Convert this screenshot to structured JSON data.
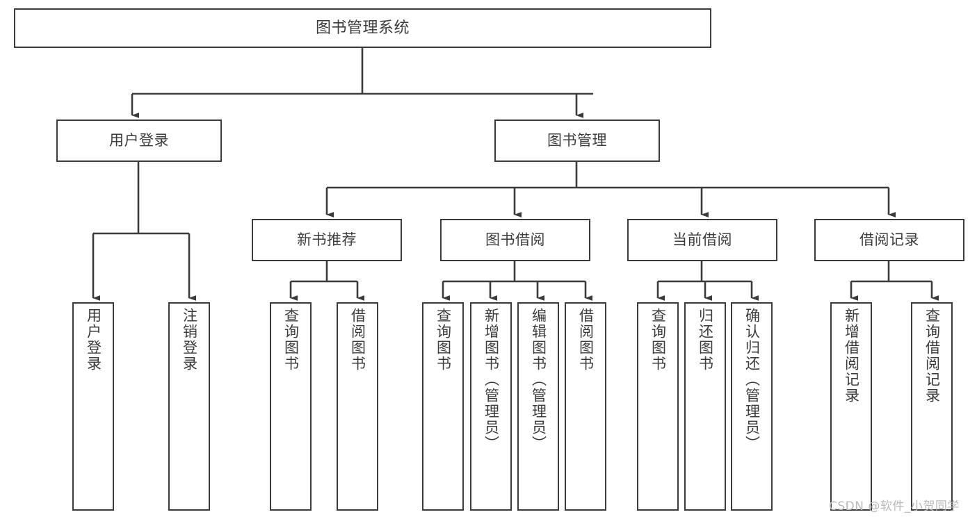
{
  "diagram": {
    "title": "图书管理系统",
    "type": "hierarchy-tree",
    "theme": {
      "box_border": "#3b3b3b",
      "box_fill": "#ffffff",
      "edge_color": "#3b3b3b",
      "text_color": "#3b3b3b",
      "background": "#ffffff",
      "watermark_color": "#b9b9b9"
    },
    "watermark": "CSDN @软件_小贺同学",
    "root": {
      "id": "root",
      "label": "图书管理系统"
    },
    "level1": [
      {
        "id": "user-login",
        "label": "用户登录"
      },
      {
        "id": "book-management",
        "label": "图书管理"
      }
    ],
    "level2": [
      {
        "id": "new-book-recommend",
        "label": "新书推荐",
        "parent": "book-management"
      },
      {
        "id": "book-borrow",
        "label": "图书借阅",
        "parent": "book-management"
      },
      {
        "id": "current-borrow",
        "label": "当前借阅",
        "parent": "book-management"
      },
      {
        "id": "borrow-record",
        "label": "借阅记录",
        "parent": "book-management"
      }
    ],
    "leaves": [
      {
        "id": "leaf-user-login",
        "label": "用户登录",
        "parent": "user-login"
      },
      {
        "id": "leaf-user-logout",
        "label": "注销登录",
        "parent": "user-login"
      },
      {
        "id": "leaf-query-book-1",
        "label": "查询图书",
        "parent": "new-book-recommend"
      },
      {
        "id": "leaf-borrow-book-1",
        "label": "借阅图书",
        "parent": "new-book-recommend"
      },
      {
        "id": "leaf-query-book-2",
        "label": "查询图书",
        "parent": "book-borrow"
      },
      {
        "id": "leaf-add-book",
        "label": "新增图书（管理员）",
        "parent": "book-borrow"
      },
      {
        "id": "leaf-edit-book",
        "label": "编辑图书（管理员）",
        "parent": "book-borrow"
      },
      {
        "id": "leaf-borrow-book-2",
        "label": "借阅图书",
        "parent": "book-borrow"
      },
      {
        "id": "leaf-query-book-3",
        "label": "查询图书",
        "parent": "current-borrow"
      },
      {
        "id": "leaf-return-book",
        "label": "归还图书",
        "parent": "current-borrow"
      },
      {
        "id": "leaf-confirm-return",
        "label": "确认归还（管理员）",
        "parent": "current-borrow"
      },
      {
        "id": "leaf-add-record",
        "label": "新增借阅记录",
        "parent": "borrow-record"
      },
      {
        "id": "leaf-query-record",
        "label": "查询借阅记录",
        "parent": "borrow-record"
      }
    ]
  }
}
